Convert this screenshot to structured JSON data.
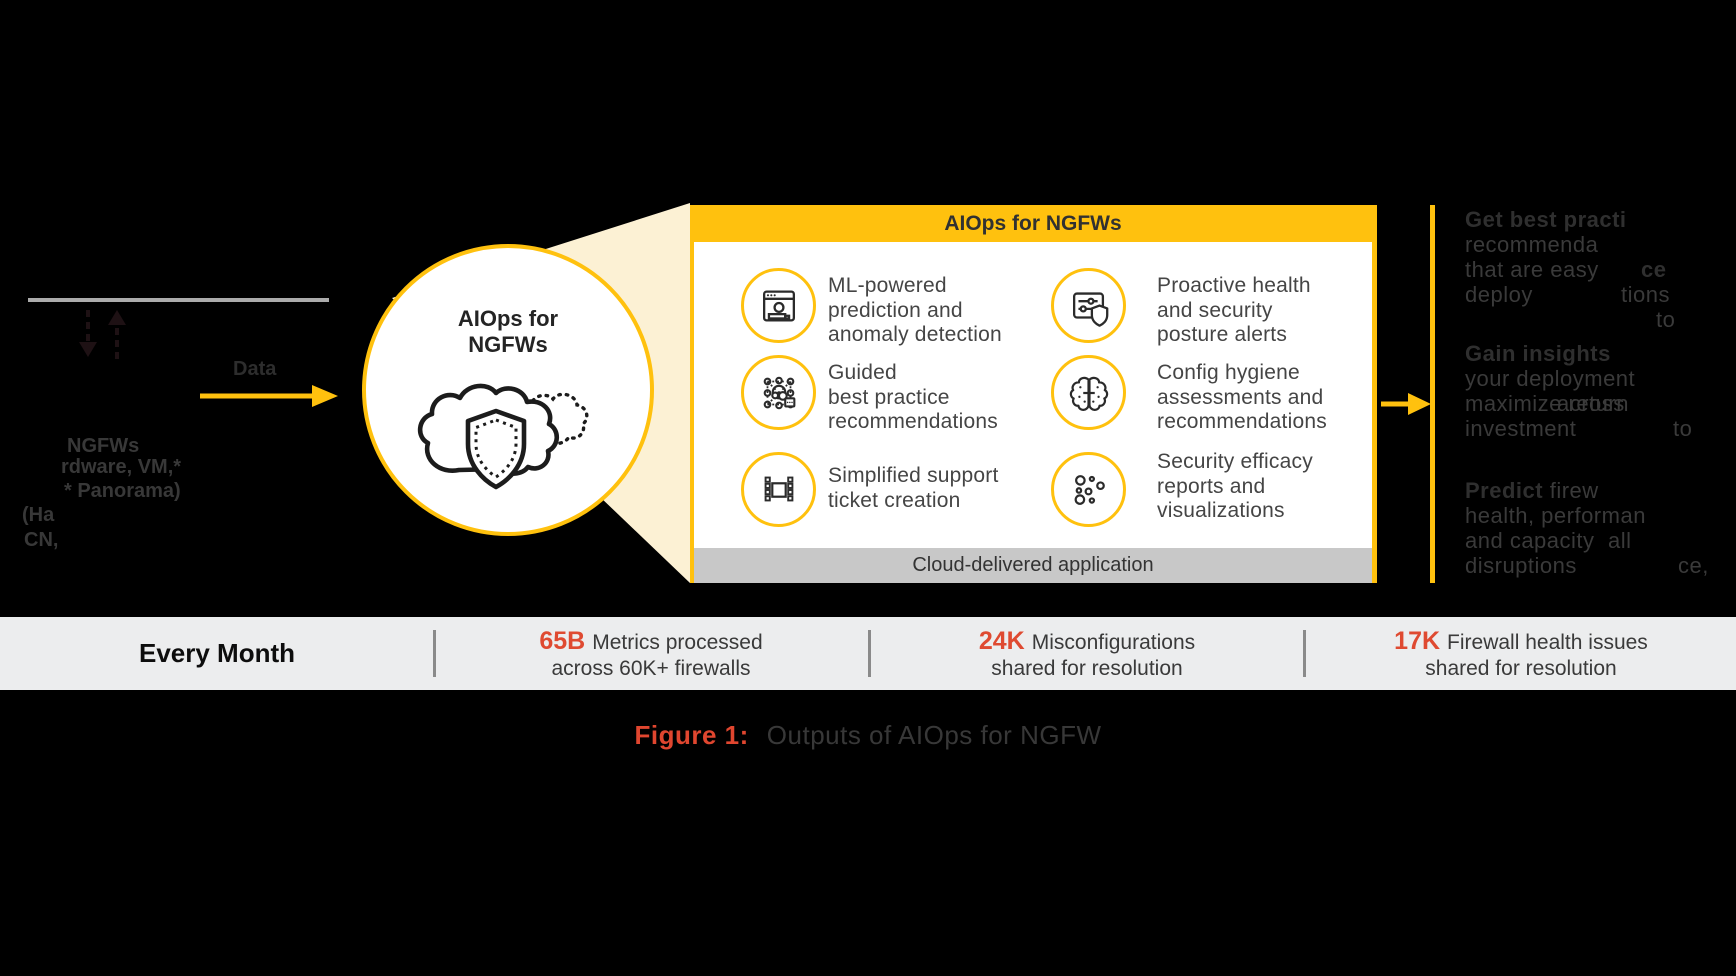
{
  "colors": {
    "background": "#000000",
    "accent_yellow": "#FFC10E",
    "funnel_cream": "#FCF1D4",
    "accent_red": "#DF4A31",
    "panel_footer_gray": "#C8C8C8",
    "band_gray": "#ECEDEE"
  },
  "left": {
    "data_label": "Data",
    "ngfw_fragments": [
      "NGFWs",
      "rdware, VM,*",
      "* Panorama)",
      "(Ha",
      "CN,"
    ]
  },
  "hub": {
    "title": "AIOps for\nNGFWs",
    "icon": "cloud-shield-icon"
  },
  "panel": {
    "header": "AIOps for NGFWs",
    "footer": "Cloud-delivered application",
    "features": [
      {
        "icon": "browser-user-icon",
        "lines": [
          "ML-powered",
          "prediction and",
          "anomaly detection"
        ]
      },
      {
        "icon": "sliders-shield-icon",
        "lines": [
          "Proactive health",
          "and security",
          "posture alerts"
        ]
      },
      {
        "icon": "network-nodes-icon",
        "lines": [
          "Guided",
          "best practice",
          "recommendations"
        ]
      },
      {
        "icon": "brain-icon",
        "lines": [
          "Config hygiene",
          "assessments and",
          "recommendations"
        ]
      },
      {
        "icon": "chip-ticket-icon",
        "lines": [
          "Simplified support",
          "ticket creation"
        ]
      },
      {
        "icon": "scatter-dots-icon",
        "lines": [
          "Security efficacy",
          "reports and",
          "visualizations"
        ]
      }
    ]
  },
  "benefits": {
    "block1": {
      "l1": "Get best practi",
      "l2": "recommenda",
      "l3": "that are easy",
      "l3b": "ce",
      "l4": "deploy",
      "l4b": "tions",
      "l5": "to"
    },
    "block2": {
      "l1": "Gain insights",
      "l2": "your deployment",
      "l3": "maximize return",
      "l3b": "across",
      "l4": "investment",
      "l4b": "to"
    },
    "block3": {
      "l1a": "Predict",
      "l1b": " firew",
      "l2": "health, performan",
      "l3": "and capacity",
      "l3b": "all",
      "l4": "disruptions",
      "l4b": "ce,"
    }
  },
  "stats_band": {
    "title": "Every Month",
    "stats": [
      {
        "value": "65B",
        "label": "Metrics processed",
        "line2": "across 60K+ firewalls"
      },
      {
        "value": "24K",
        "label": "Misconfigurations",
        "line2": "shared for resolution"
      },
      {
        "value": "17K",
        "label": "Firewall health issues",
        "line2": "shared for resolution"
      }
    ]
  },
  "caption": {
    "label": "Figure 1:",
    "text": "Outputs of AIOps for NGFW"
  }
}
